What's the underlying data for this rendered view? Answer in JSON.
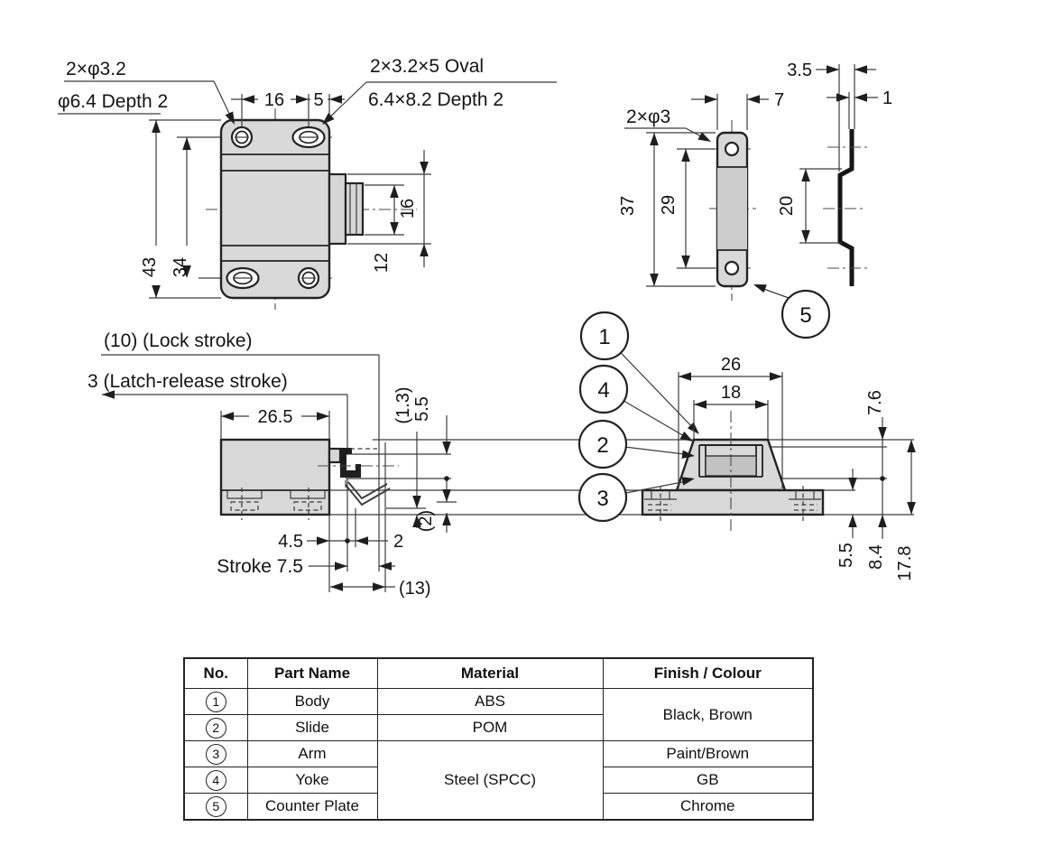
{
  "front_view": {
    "note_counterbore_1": "2×φ3.2",
    "note_counterbore_2": "φ6.4 Depth 2",
    "note_oval_1": "2×3.2×5 Oval",
    "note_oval_2": "6.4×8.2 Depth 2",
    "dim_hole_spacing": "16",
    "dim_hole_edge": "5",
    "dim_height_overall": "43",
    "dim_hole_pitch": "34",
    "dim_boss_height": "16",
    "dim_boss_inner": "12"
  },
  "plate_view": {
    "note_holes": "2×φ3",
    "dim_width": "7",
    "dim_height_overall": "37",
    "dim_hole_pitch": "29",
    "dim_bend_offset": "3.5",
    "dim_thickness": "1",
    "dim_web": "20",
    "callout_counter_plate": "5"
  },
  "side_view": {
    "label_lock_stroke": "(10) (Lock stroke)",
    "label_latch_release_stroke": "3 (Latch-release stroke)",
    "dim_body_depth": "26.5",
    "dim_gap": "(1.3)",
    "dim_pin_height": "5.5",
    "dim_pin_base": "4.5",
    "dim_pin_step": "2",
    "dim_arm_drop": "(2)",
    "label_stroke": "Stroke 7.5",
    "dim_extended": "(13)"
  },
  "section_view": {
    "callout_body": "1",
    "callout_yoke": "4",
    "callout_slide": "2",
    "callout_arm": "3",
    "dim_base_width": "26",
    "dim_top_width": "18",
    "dim_top_height": "7.6",
    "dim_base_height": "5.5",
    "dim_mid_height": "8.4",
    "dim_height_overall": "17.8"
  },
  "parts_table": {
    "headers": [
      "No.",
      "Part Name",
      "Material",
      "Finish / Colour"
    ],
    "rows": [
      {
        "no": "1",
        "part": "Body",
        "material": "ABS"
      },
      {
        "no": "2",
        "part": "Slide",
        "material": "POM"
      },
      {
        "no": "3",
        "part": "Arm"
      },
      {
        "no": "4",
        "part": "Yoke"
      },
      {
        "no": "5",
        "part": "Counter Plate"
      }
    ],
    "material_steel": "Steel (SPCC)",
    "finish_body_slide": "Black, Brown",
    "finish_arm": "Paint/Brown",
    "finish_yoke": "GB",
    "finish_plate": "Chrome"
  },
  "colors": {
    "line": "#222222",
    "fill_body": "#d9d9d9",
    "fill_band": "#cdcdcd",
    "fill_slide": "#c2c2c2",
    "background": "#ffffff"
  }
}
